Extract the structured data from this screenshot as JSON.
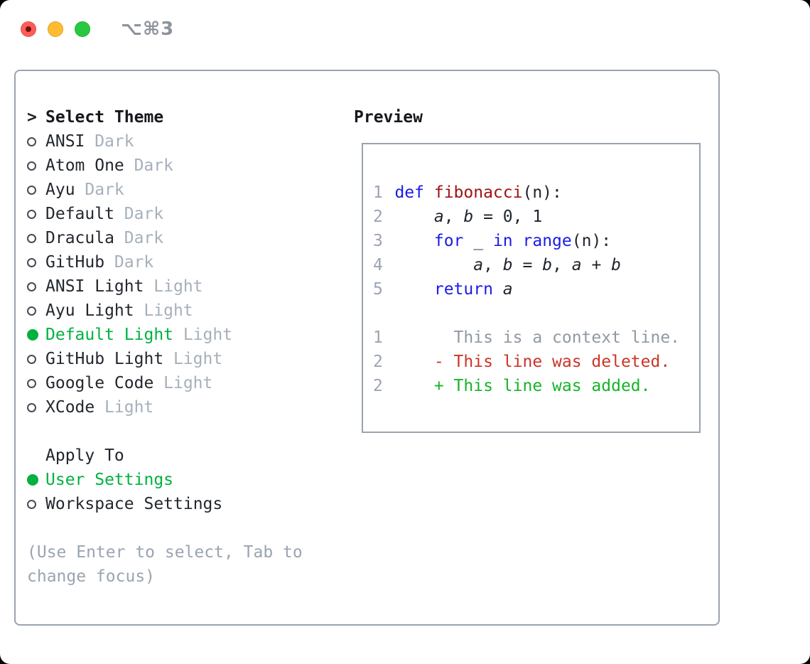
{
  "window": {
    "shortcut": "⌥⌘3"
  },
  "colors": {
    "selected_green": "#00b140",
    "added_green": "#17b427",
    "deleted_red": "#cb3527",
    "keyword_blue": "#1b1be6",
    "function_red": "#a01313",
    "muted_gray": "#a6b0bc",
    "line_number_gray": "#9aa4b2",
    "border_gray": "#9aa3ad",
    "traffic_red": "#ff5d55",
    "traffic_yellow": "#febc2e",
    "traffic_green": "#28c840"
  },
  "theme_panel": {
    "title_marker": ">",
    "title": "Select Theme",
    "themes": [
      {
        "name": "ANSI",
        "variant": "Dark",
        "selected": false
      },
      {
        "name": "Atom One",
        "variant": "Dark",
        "selected": false
      },
      {
        "name": "Ayu",
        "variant": "Dark",
        "selected": false
      },
      {
        "name": "Default",
        "variant": "Dark",
        "selected": false
      },
      {
        "name": "Dracula",
        "variant": "Dark",
        "selected": false
      },
      {
        "name": "GitHub",
        "variant": "Dark",
        "selected": false
      },
      {
        "name": "ANSI Light",
        "variant": "Light",
        "selected": false
      },
      {
        "name": "Ayu Light",
        "variant": "Light",
        "selected": false
      },
      {
        "name": "Default Light",
        "variant": "Light",
        "selected": true
      },
      {
        "name": "GitHub Light",
        "variant": "Light",
        "selected": false
      },
      {
        "name": "Google Code",
        "variant": "Light",
        "selected": false
      },
      {
        "name": "XCode",
        "variant": "Light",
        "selected": false
      }
    ],
    "apply_to": {
      "title": "Apply To",
      "options": [
        {
          "label": "User Settings",
          "selected": true
        },
        {
          "label": "Workspace Settings",
          "selected": false
        }
      ]
    },
    "hint": "(Use Enter to select, Tab to change focus)"
  },
  "preview": {
    "title": "Preview",
    "lines": [
      {
        "num": "",
        "segs": []
      },
      {
        "num": "1",
        "segs": [
          [
            "def ",
            "k"
          ],
          [
            "fibonacci",
            "f"
          ],
          [
            "(n):",
            "p"
          ]
        ]
      },
      {
        "num": "2",
        "segs": [
          [
            "    ",
            "p"
          ],
          [
            "a",
            "v"
          ],
          [
            ", ",
            "p"
          ],
          [
            "b",
            "v"
          ],
          [
            " = 0, 1",
            "p"
          ]
        ]
      },
      {
        "num": "3",
        "segs": [
          [
            "    ",
            "p"
          ],
          [
            "for",
            "k"
          ],
          [
            " _ ",
            "p"
          ],
          [
            "in",
            "k"
          ],
          [
            " ",
            "p"
          ],
          [
            "range",
            "k"
          ],
          [
            "(n):",
            "p"
          ]
        ]
      },
      {
        "num": "4",
        "segs": [
          [
            "        ",
            "p"
          ],
          [
            "a",
            "v"
          ],
          [
            ", ",
            "p"
          ],
          [
            "b",
            "v"
          ],
          [
            " = ",
            "p"
          ],
          [
            "b",
            "v"
          ],
          [
            ", ",
            "p"
          ],
          [
            "a",
            "v"
          ],
          [
            " + ",
            "p"
          ],
          [
            "b",
            "v"
          ]
        ]
      },
      {
        "num": "5",
        "segs": [
          [
            "    ",
            "p"
          ],
          [
            "return",
            "k"
          ],
          [
            " ",
            "p"
          ],
          [
            "a",
            "v"
          ]
        ]
      },
      {
        "num": "",
        "segs": []
      },
      {
        "num": "1",
        "segs": [
          [
            "      This is a context line.",
            "ctx"
          ]
        ]
      },
      {
        "num": "2",
        "segs": [
          [
            "    - This line was deleted.",
            "del"
          ]
        ]
      },
      {
        "num": "2",
        "segs": [
          [
            "    + This line was added.",
            "add"
          ]
        ]
      },
      {
        "num": "",
        "segs": []
      }
    ]
  }
}
